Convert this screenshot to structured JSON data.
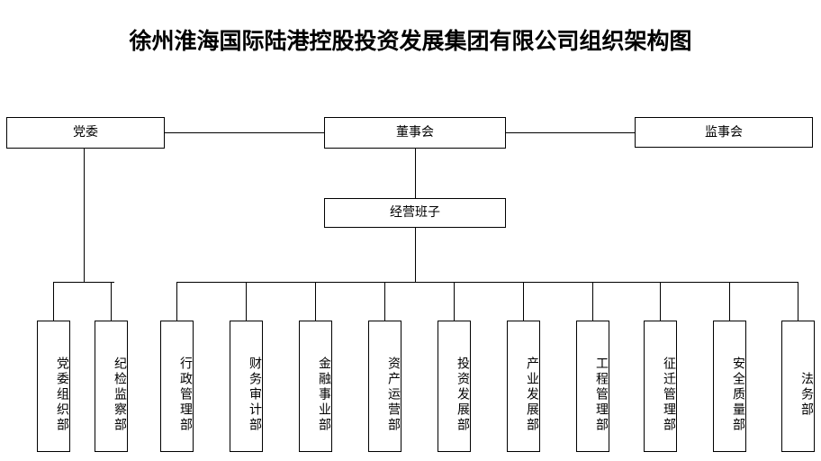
{
  "title": "徐州淮海国际陆港控股投资发展集团有限公司组织架构图",
  "chart_data": {
    "type": "diagram",
    "diagram_kind": "organization-chart",
    "orientation": "top-down",
    "nodes": [
      {
        "id": "party-committee",
        "label": "党委",
        "level": 1
      },
      {
        "id": "board-of-directors",
        "label": "董事会",
        "level": 1
      },
      {
        "id": "board-of-supervisors",
        "label": "监事会",
        "level": 1
      },
      {
        "id": "management-team",
        "label": "经营班子",
        "level": 2
      },
      {
        "id": "party-org-dept",
        "label": "党委组织部",
        "level": 3
      },
      {
        "id": "discipline-inspection-dept",
        "label": "纪检监察部",
        "level": 3
      },
      {
        "id": "admin-management-dept",
        "label": "行政管理部",
        "level": 3
      },
      {
        "id": "finance-audit-dept",
        "label": "财务审计部",
        "level": 3
      },
      {
        "id": "financial-business-dept",
        "label": "金融事业部",
        "level": 3
      },
      {
        "id": "asset-operation-dept",
        "label": "资产运营部",
        "level": 3
      },
      {
        "id": "investment-development-dept",
        "label": "投资发展部",
        "level": 3
      },
      {
        "id": "industry-development-dept",
        "label": "产业发展部",
        "level": 3
      },
      {
        "id": "engineering-management-dept",
        "label": "工程管理部",
        "level": 3
      },
      {
        "id": "relocation-management-dept",
        "label": "征迁管理部",
        "level": 3
      },
      {
        "id": "safety-quality-dept",
        "label": "安全质量部",
        "level": 3
      },
      {
        "id": "legal-affairs-dept",
        "label": "法务部",
        "level": 3
      }
    ],
    "edges": [
      {
        "from": "party-committee",
        "to": "board-of-directors",
        "style": "horizontal"
      },
      {
        "from": "board-of-directors",
        "to": "board-of-supervisors",
        "style": "horizontal"
      },
      {
        "from": "board-of-directors",
        "to": "management-team",
        "style": "vertical"
      },
      {
        "from": "party-committee",
        "to": "party-org-dept",
        "style": "bus"
      },
      {
        "from": "party-committee",
        "to": "discipline-inspection-dept",
        "style": "bus"
      },
      {
        "from": "management-team",
        "to": "admin-management-dept",
        "style": "bus"
      },
      {
        "from": "management-team",
        "to": "finance-audit-dept",
        "style": "bus"
      },
      {
        "from": "management-team",
        "to": "financial-business-dept",
        "style": "bus"
      },
      {
        "from": "management-team",
        "to": "asset-operation-dept",
        "style": "bus"
      },
      {
        "from": "management-team",
        "to": "investment-development-dept",
        "style": "bus"
      },
      {
        "from": "management-team",
        "to": "industry-development-dept",
        "style": "bus"
      },
      {
        "from": "management-team",
        "to": "engineering-management-dept",
        "style": "bus"
      },
      {
        "from": "management-team",
        "to": "relocation-management-dept",
        "style": "bus"
      },
      {
        "from": "management-team",
        "to": "safety-quality-dept",
        "style": "bus"
      },
      {
        "from": "management-team",
        "to": "legal-affairs-dept",
        "style": "bus"
      }
    ],
    "colors": {
      "background": "#ffffff",
      "box_border": "#000000",
      "box_fill": "#ffffff",
      "connector": "#000000",
      "text": "#000000"
    }
  },
  "top_row": {
    "party_committee": "党委",
    "board_of_directors": "董事会",
    "board_of_supervisors": "监事会"
  },
  "second_row": {
    "management_team": "经营班子"
  },
  "departments": [
    {
      "label": "党委组织部"
    },
    {
      "label": "纪检监察部"
    },
    {
      "label": "行政管理部"
    },
    {
      "label": "财务审计部"
    },
    {
      "label": "金融事业部"
    },
    {
      "label": "资产运营部"
    },
    {
      "label": "投资发展部"
    },
    {
      "label": "产业发展部"
    },
    {
      "label": "工程管理部"
    },
    {
      "label": "征迁管理部"
    },
    {
      "label": "安全质量部"
    },
    {
      "label": "法务部"
    }
  ]
}
